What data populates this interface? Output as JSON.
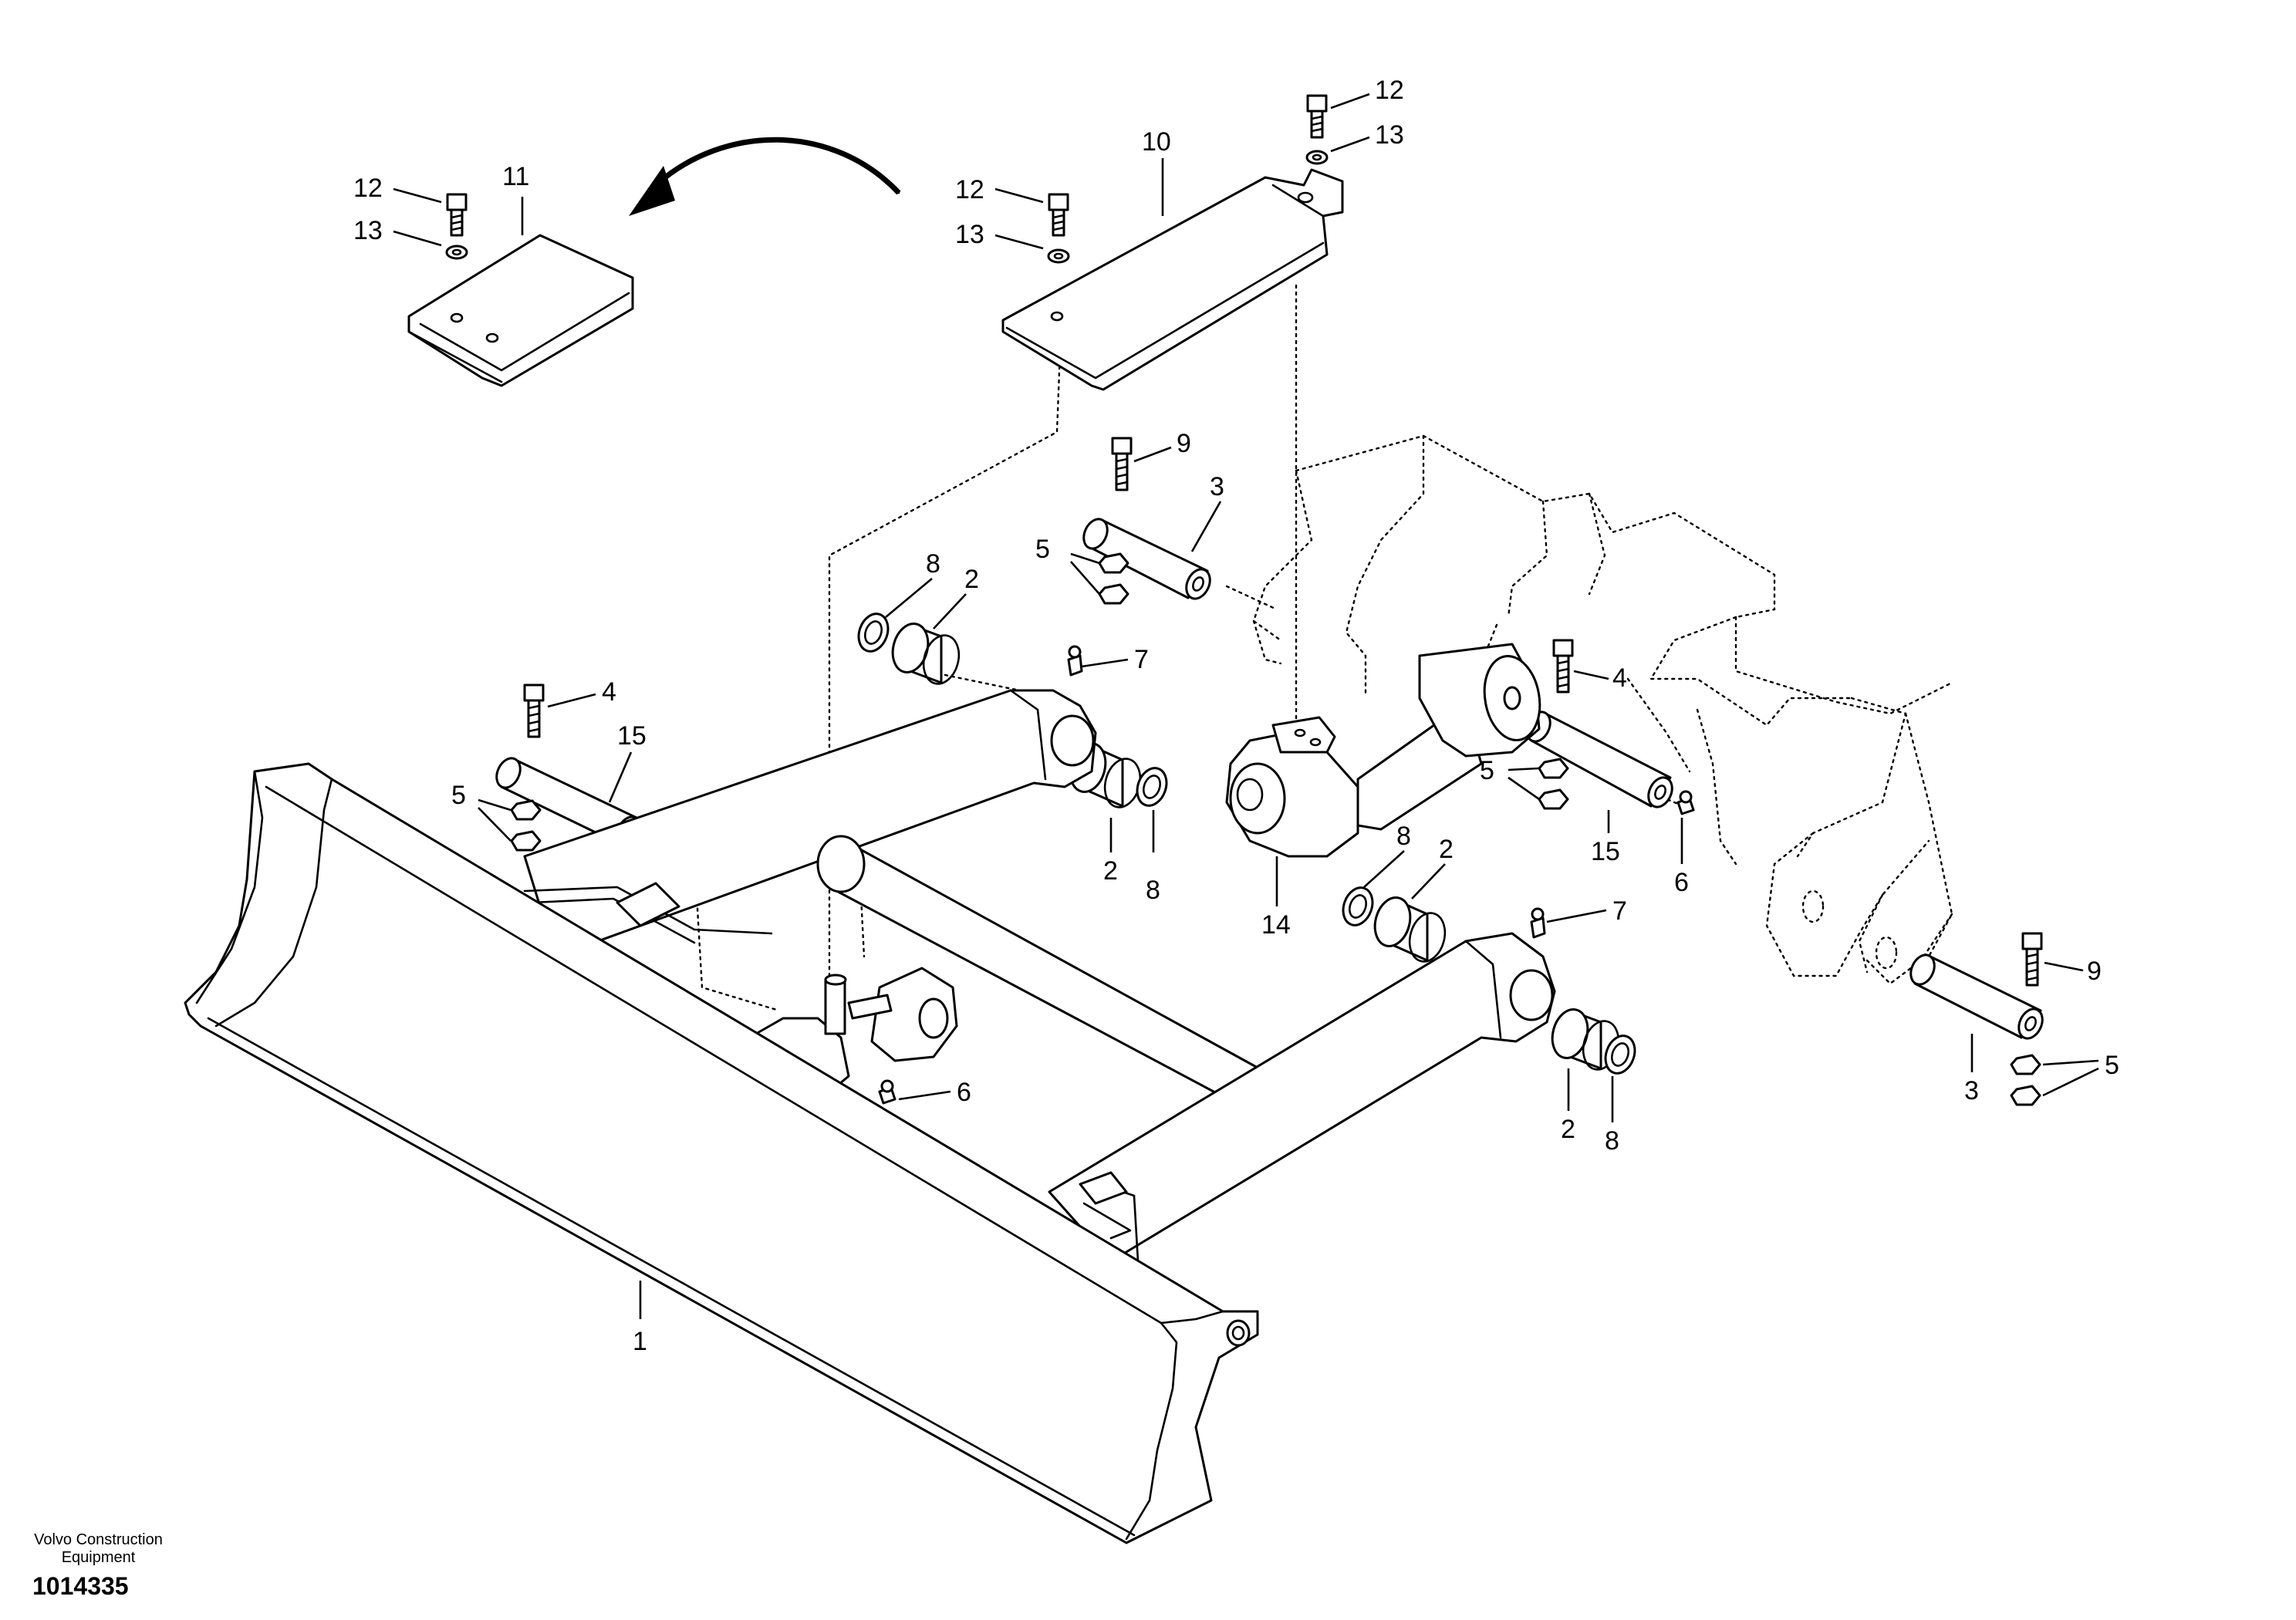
{
  "footer": {
    "publisher_line1": "Volvo Construction",
    "publisher_line2": "Equipment",
    "drawing_number": "1014335"
  },
  "callouts": [
    {
      "id": "c12a",
      "text": "12"
    },
    {
      "id": "c13a",
      "text": "13"
    },
    {
      "id": "c11",
      "text": "11"
    },
    {
      "id": "c12b",
      "text": "12"
    },
    {
      "id": "c13b",
      "text": "13"
    },
    {
      "id": "c10",
      "text": "10"
    },
    {
      "id": "c12c",
      "text": "12"
    },
    {
      "id": "c13c",
      "text": "13"
    },
    {
      "id": "c9a",
      "text": "9"
    },
    {
      "id": "c3a",
      "text": "3"
    },
    {
      "id": "c5a",
      "text": "5"
    },
    {
      "id": "c8a",
      "text": "8"
    },
    {
      "id": "c2a",
      "text": "2"
    },
    {
      "id": "c7a",
      "text": "7"
    },
    {
      "id": "c4a",
      "text": "4"
    },
    {
      "id": "c15a",
      "text": "15"
    },
    {
      "id": "c5b",
      "text": "5"
    },
    {
      "id": "c2b",
      "text": "2"
    },
    {
      "id": "c8b",
      "text": "8"
    },
    {
      "id": "c14",
      "text": "14"
    },
    {
      "id": "c4b",
      "text": "4"
    },
    {
      "id": "c5c",
      "text": "5"
    },
    {
      "id": "c15b",
      "text": "15"
    },
    {
      "id": "c6a",
      "text": "6"
    },
    {
      "id": "c8c",
      "text": "8"
    },
    {
      "id": "c2c",
      "text": "2"
    },
    {
      "id": "c7b",
      "text": "7"
    },
    {
      "id": "c9b",
      "text": "9"
    },
    {
      "id": "c5d",
      "text": "5"
    },
    {
      "id": "c3b",
      "text": "3"
    },
    {
      "id": "c6b",
      "text": "6"
    },
    {
      "id": "c2d",
      "text": "2"
    },
    {
      "id": "c8d",
      "text": "8"
    },
    {
      "id": "c1",
      "text": "1"
    }
  ]
}
